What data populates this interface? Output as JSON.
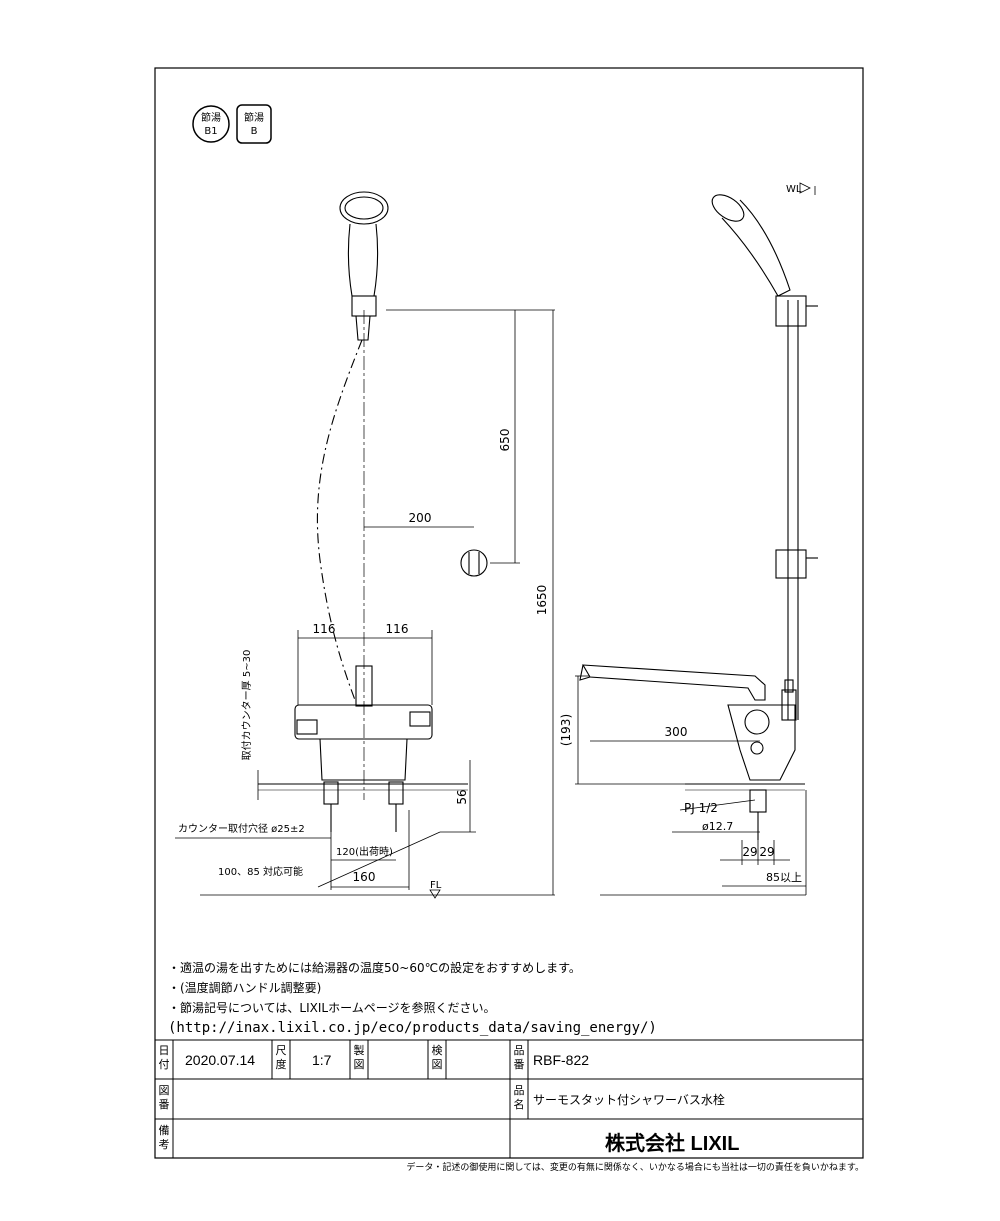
{
  "badges": {
    "left": [
      "節湯",
      "B1"
    ],
    "right": [
      "節湯",
      "B"
    ]
  },
  "dimensions": {
    "d650": "650",
    "d200": "200",
    "d1650": "1650",
    "d116a": "116",
    "d116b": "116",
    "counter_thickness": "取付カウンター厚 5~30",
    "d56": "56",
    "counter_hole": "カウンター取付穴径 ø25±2",
    "d120": "120(出荷時)",
    "pitch": "100、85 対応可能",
    "d160": "160",
    "fl": "FL",
    "wl": "WL",
    "d193": "(193)",
    "d300": "300",
    "pj": "PJ 1/2",
    "d127": "ø12.7",
    "d29a": "29",
    "d29b": "29",
    "d85": "85以上"
  },
  "notes": [
    "・適温の湯を出すためには給湯器の温度50~60℃の設定をおすすめします。",
    "・(温度調節ハンドル調整要)",
    "・節湯記号については、LIXILホームページを参照ください。",
    "(http://inax.lixil.co.jp/eco/products_data/saving_energy/)"
  ],
  "title_block": {
    "date_label": "日付",
    "date": "2020.07.14",
    "scale_label": "尺度",
    "scale": "1:7",
    "drawn_label": "製図",
    "check_label": "検図",
    "part_no_label": "品番",
    "part_no": "RBF-822",
    "drawing_no_label": "図番",
    "product_name_label": "品名",
    "product_name": "サーモスタット付シャワーバス水栓",
    "remarks_label": "備考",
    "company": "株式会社 LIXIL"
  },
  "disclaimer": "データ・記述の御使用に関しては、変更の有無に関係なく、いかなる場合にも当社は一切の責任を負いかねます。"
}
